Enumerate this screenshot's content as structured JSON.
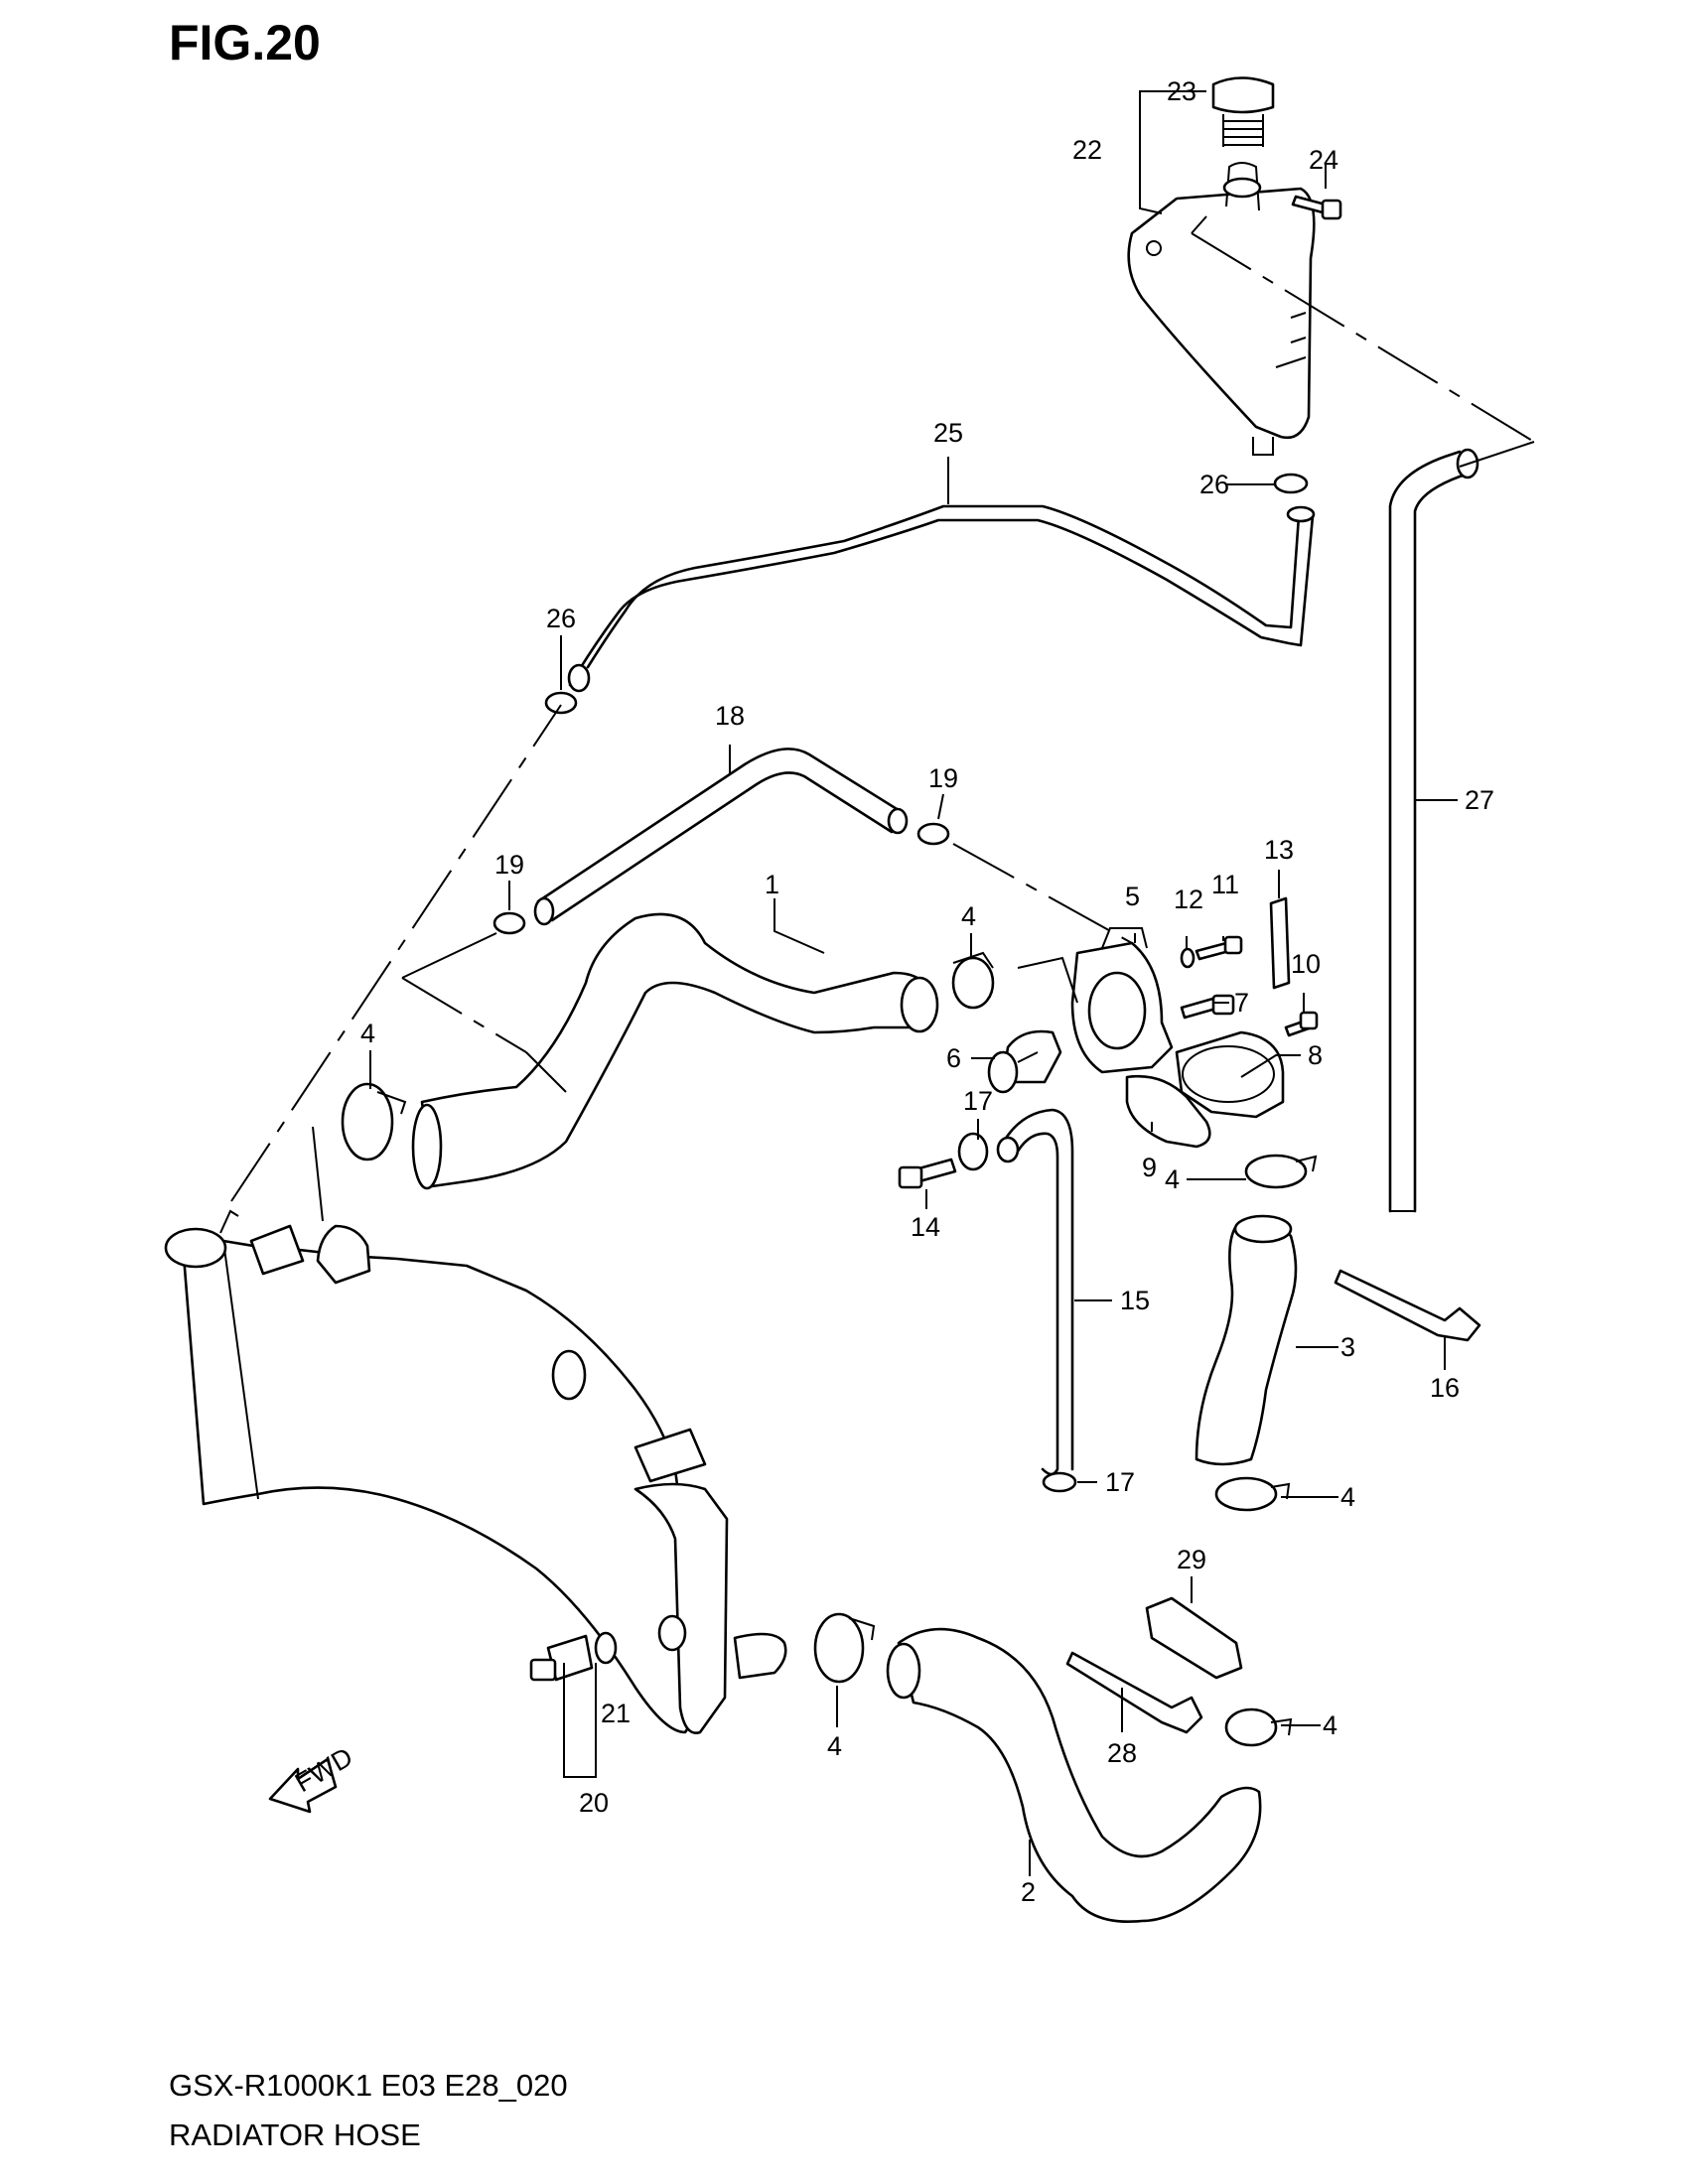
{
  "figure": {
    "title": "FIG.20",
    "model_code": "GSX-R1000K1 E03 E28_020",
    "caption": "RADIATOR HOSE"
  },
  "callouts": {
    "c1": "1",
    "c2": "2",
    "c3": "3",
    "c4a": "4",
    "c4b": "4",
    "c4c": "4",
    "c4d": "4",
    "c4e": "4",
    "c4f": "4",
    "c5": "5",
    "c6": "6",
    "c7": "7",
    "c8": "8",
    "c9": "9",
    "c10": "10",
    "c11": "11",
    "c12": "12",
    "c13": "13",
    "c14": "14",
    "c15": "15",
    "c16": "16",
    "c17a": "17",
    "c17b": "17",
    "c18": "18",
    "c19a": "19",
    "c19b": "19",
    "c20": "20",
    "c21": "21",
    "c22": "22",
    "c23": "23",
    "c24": "24",
    "c25": "25",
    "c26a": "26",
    "c26b": "26",
    "c27": "27",
    "c28": "28",
    "c29": "29"
  },
  "fwd_marker": "FWD"
}
